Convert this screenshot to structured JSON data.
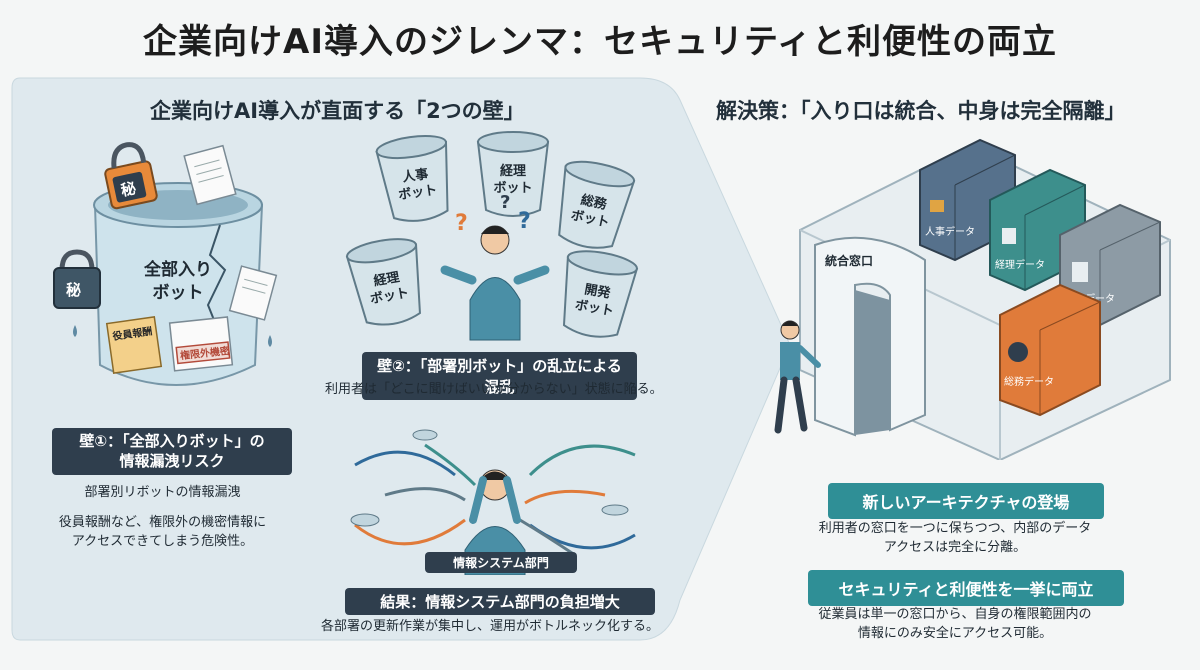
{
  "title": "企業向けAI導入のジレンマ：セキュリティと利便性の両立",
  "left": {
    "heading": "企業向けAI導入が直面する「2つの壁」",
    "wall1": {
      "bin_label_line1": "全部入り",
      "bin_label_line2": "ボット",
      "lock_char": "秘",
      "doc1": "役員報酬",
      "doc2": "権限外機密",
      "title_line1": "壁①：「全部入りボット」の",
      "title_line2": "情報漏洩リスク",
      "sub": "部署別リボットの情報漏洩",
      "desc_line1": "役員報酬など、権限外の機密情報に",
      "desc_line2": "アクセスできてしまう危険性。"
    },
    "wall2": {
      "bots": [
        {
          "line1": "人事",
          "line2": "ボット"
        },
        {
          "line1": "経理",
          "line2": "ボット"
        },
        {
          "line1": "総務",
          "line2": "ボット"
        },
        {
          "line1": "経理",
          "line2": "ボット"
        },
        {
          "line1": "開発",
          "line2": "ボット"
        }
      ],
      "title": "壁②：「部署別ボット」の乱立による混乱",
      "desc": "利用者は「どこに聞けばいいか分からない」状態に陥る。"
    },
    "result": {
      "dept_badge": "情報システム部門",
      "title": "結果：情報システム部門の負担増大",
      "desc": "各部署の更新作業が集中し、運用がボトルネック化する。"
    }
  },
  "right": {
    "heading": "解決策：「入り口は統合、中身は完全隔離」",
    "gate_label": "統合窓口",
    "vaults": [
      "人事データ",
      "経理データ",
      "総務データ",
      "総務データ"
    ],
    "box1_title": "新しいアーキテクチャの登場",
    "box1_line1": "利用者の窓口を一つに保ちつつ、内部のデータ",
    "box1_line2": "アクセスは完全に分離。",
    "box2_title": "セキュリティと利便性を一挙に両立",
    "box2_line1": "従業員は単一の窓口から、自身の権限範囲内の",
    "box2_line2": "情報にのみ安全にアクセス可能。"
  },
  "colors": {
    "navy": "#2f3e4d",
    "teal": "#2f8f96",
    "vault_blue": "#56718c",
    "vault_teal": "#3d8f8c",
    "vault_gray": "#8d9ba5",
    "vault_orange": "#e07b3a"
  }
}
